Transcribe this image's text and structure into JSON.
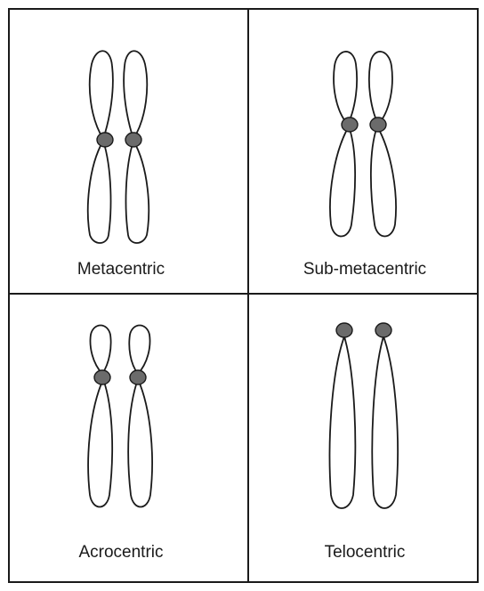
{
  "panels": [
    {
      "label": "Metacentric"
    },
    {
      "label": "Sub-metacentric"
    },
    {
      "label": "Acrocentric"
    },
    {
      "label": "Telocentric"
    }
  ]
}
